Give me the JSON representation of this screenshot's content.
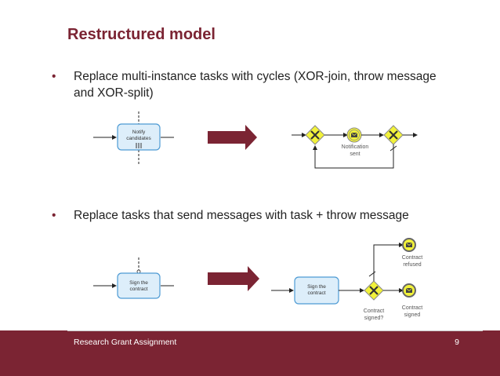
{
  "slide": {
    "title": "Restructured model",
    "bullets": [
      {
        "marker": "•",
        "text": "Replace multi-instance tasks with cycles (XOR-join, throw message and XOR-split)"
      },
      {
        "marker": "•",
        "text": "Replace tasks that send messages with task + throw message"
      }
    ]
  },
  "diagram1": {
    "task_label": [
      "Notify",
      "candidates"
    ],
    "event_label": [
      "Notification",
      "sent"
    ]
  },
  "diagram2": {
    "task_left_label": [
      "Sign the",
      "contract"
    ],
    "task_right_label": [
      "Sign the",
      "contract"
    ],
    "gateway_label": [
      "Contract",
      "signed?"
    ],
    "event_top_label": [
      "Contract",
      "refused"
    ],
    "event_bottom_label": [
      "Contract",
      "signed"
    ]
  },
  "footer": {
    "text": "Research Grant Assignment",
    "page": "9"
  },
  "colors": {
    "accent": "#7b2433",
    "task_fill": "#ddeefa",
    "task_stroke": "#4e9bd4",
    "gateway_fill": "#f2f23a",
    "arrow": "#7b2433"
  }
}
